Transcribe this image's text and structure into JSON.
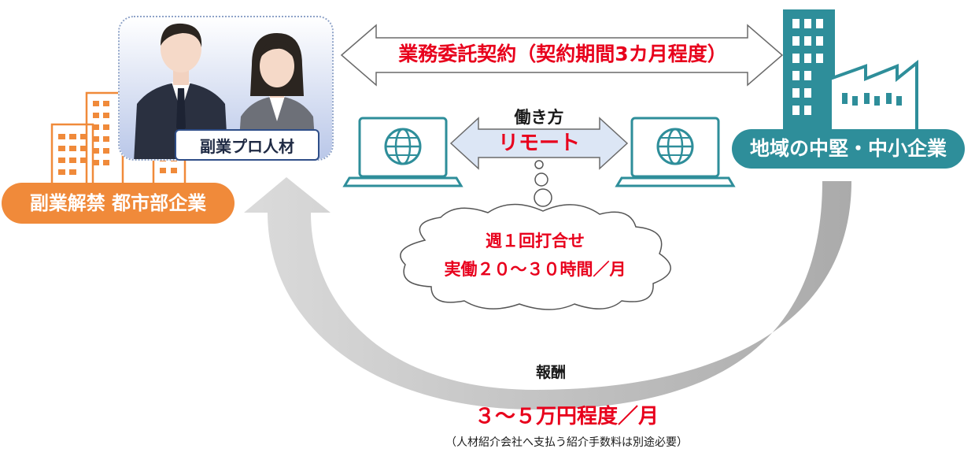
{
  "left_company": {
    "label": "副業解禁 都市部企業"
  },
  "talent": {
    "label": "副業プロ人材"
  },
  "right_company": {
    "label": "地域の中堅・中小企業"
  },
  "contract": {
    "label": "業務委託契約（契約期間3カ月程度）"
  },
  "work_style": {
    "title": "働き方",
    "value": "リモート"
  },
  "meeting": {
    "line1": "週１回打合せ",
    "line2": "実働２０～３０時間／月"
  },
  "compensation": {
    "title": "報酬",
    "amount": "３～５万円程度／月",
    "note": "（人材紹介会社へ支払う紹介手数料は別途必要）"
  },
  "colors": {
    "orange": "#F08A3A",
    "teal": "#2E8E9A",
    "red": "#E8001C",
    "navy": "#2F4E88",
    "gray": "#C8C8C8"
  },
  "icons": [
    "globe-icon",
    "laptop-icon",
    "office-building-icon",
    "factory-icon",
    "cloud-icon"
  ]
}
